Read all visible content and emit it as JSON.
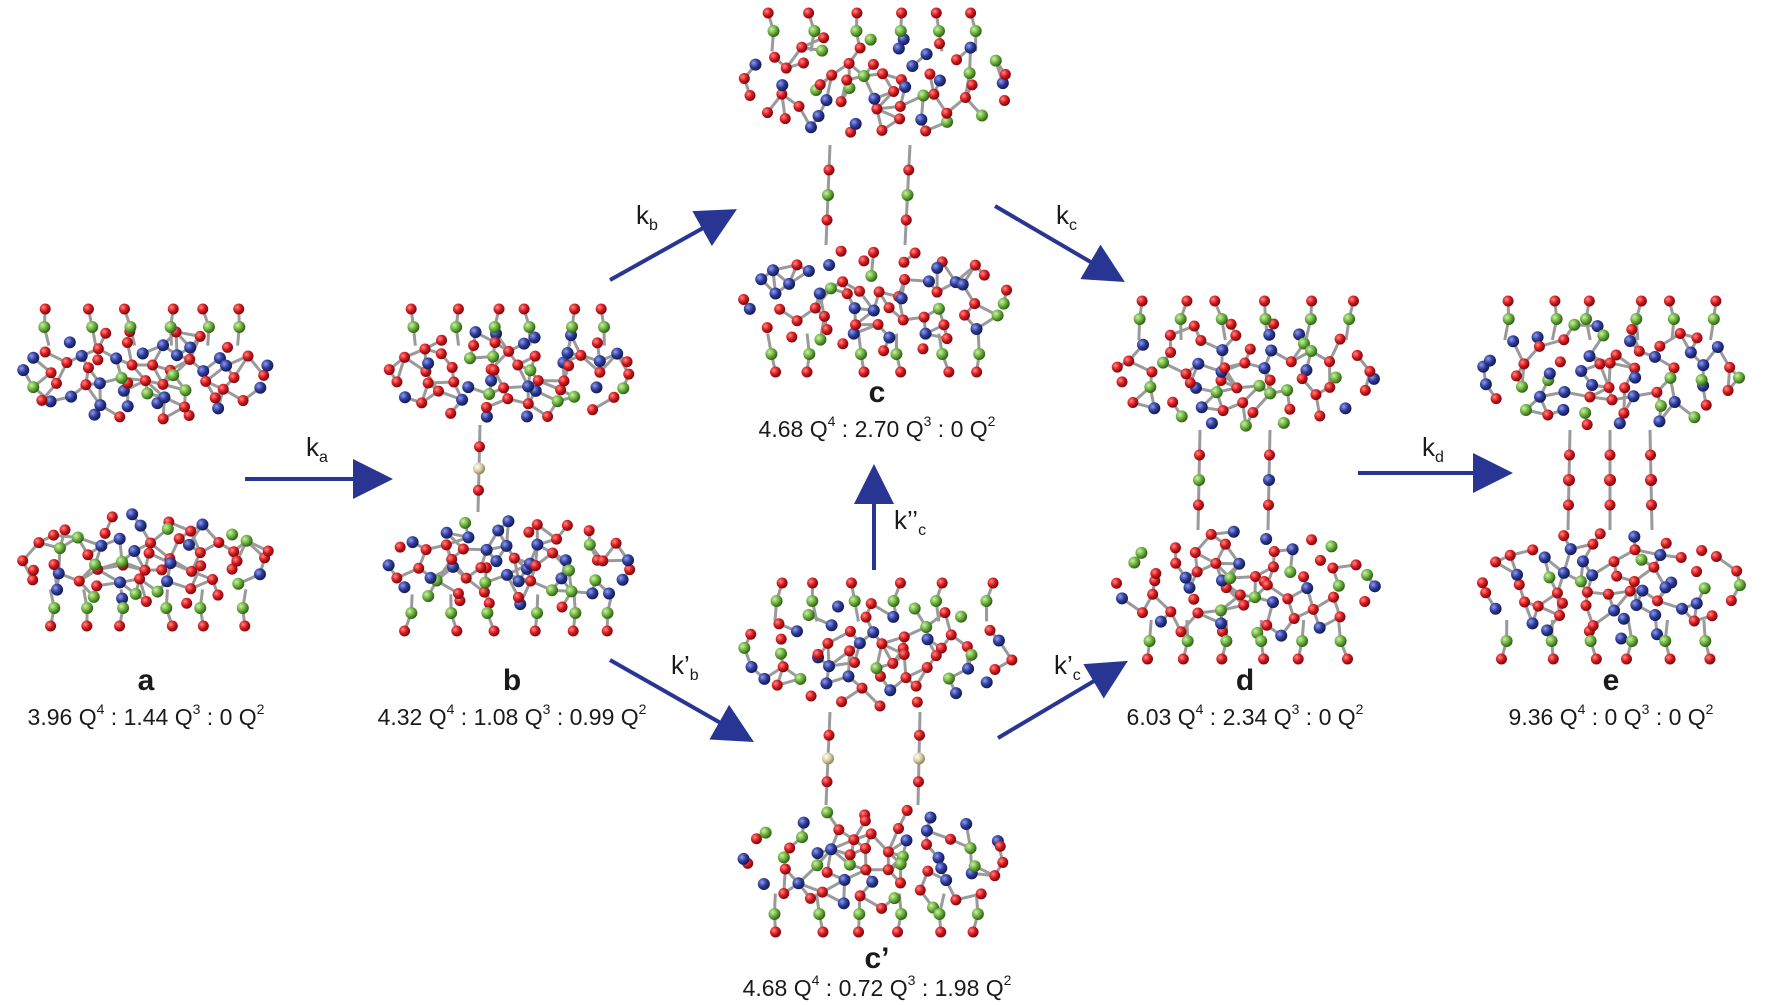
{
  "colors": {
    "oxygen": "#d71920",
    "metal": "#2e3c9a",
    "silicon": "#6ab03c",
    "bridge": "#d8cfa0",
    "bond": "#9a9a9a",
    "arrow": "#283593"
  },
  "species": [
    {
      "id": "a",
      "letter": "a",
      "ratio": {
        "q4": "3.96",
        "q3": "1.44",
        "q2": "0"
      }
    },
    {
      "id": "b",
      "letter": "b",
      "ratio": {
        "q4": "4.32",
        "q3": "1.08",
        "q2": "0.99"
      }
    },
    {
      "id": "c",
      "letter": "c",
      "ratio": {
        "q4": "4.68",
        "q3": "2.70",
        "q2": "0"
      }
    },
    {
      "id": "cp",
      "letter": "c’",
      "ratio": {
        "q4": "4.68",
        "q3": "0.72",
        "q2": "1.98"
      }
    },
    {
      "id": "d",
      "letter": "d",
      "ratio": {
        "q4": "6.03",
        "q3": "2.34",
        "q2": "0"
      }
    },
    {
      "id": "e",
      "letter": "e",
      "ratio": {
        "q4": "9.36",
        "q3": "0",
        "q2": "0"
      }
    }
  ],
  "rates": [
    {
      "id": "ka",
      "base": "k",
      "sub": "a"
    },
    {
      "id": "kb",
      "base": "k",
      "sub": "b"
    },
    {
      "id": "kc",
      "base": "k",
      "sub": "c"
    },
    {
      "id": "kd",
      "base": "k",
      "sub": "d"
    },
    {
      "id": "kpb",
      "base": "k’",
      "sub": "b"
    },
    {
      "id": "kpc",
      "base": "k’",
      "sub": "c"
    },
    {
      "id": "kppc",
      "base": "k’’",
      "sub": "c"
    }
  ],
  "q_labels": {
    "q4": "Q",
    "q3": "Q",
    "q2": "Q",
    "sep": ":",
    "sup4": "4",
    "sup3": "3",
    "sup2": "2"
  }
}
